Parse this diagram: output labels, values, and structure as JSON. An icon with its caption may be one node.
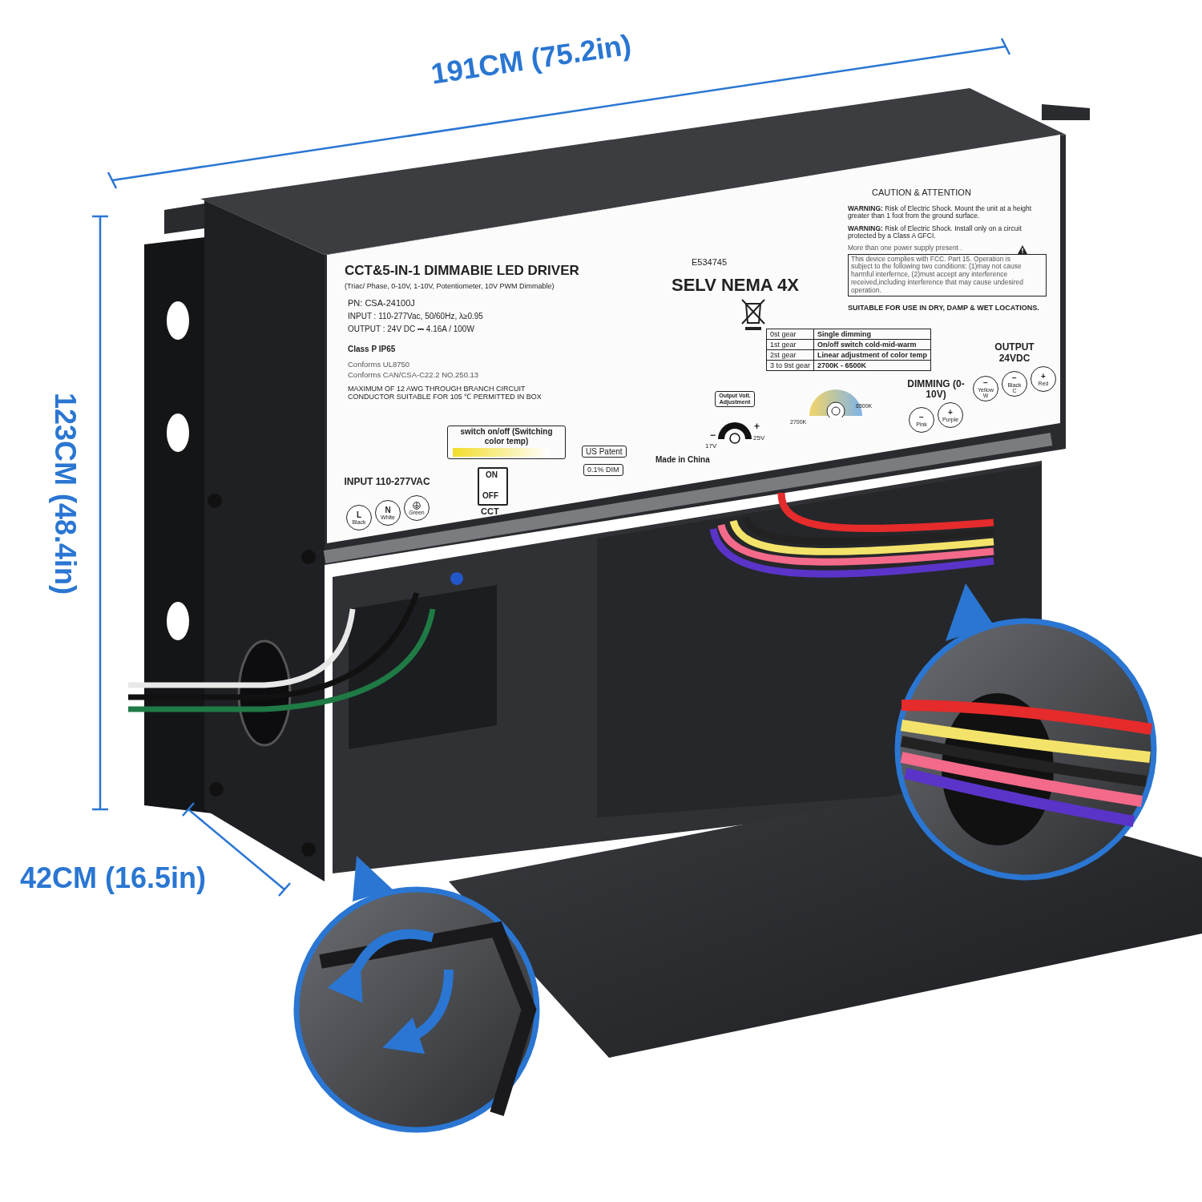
{
  "diagram": {
    "labels": [
      "191CM (75.2in)",
      "123CM (48.4in)",
      "42CM (16.5in)",
      "CCT&5-IN-1 DIMMABIE LED DRIVER",
      "(Triac/ Phase, 0-10V, 1-10V, Potentiometer, 10V PWM Dimmable)",
      "PN: CSA-24100J",
      "INPUT : 110-277Vac, 50/60Hz, λ≥0.95",
      "OUTPUT : 24V DC ⎓ 4.16A / 100W",
      "Class P IP65",
      "Conforms UL8750",
      "Conforms CAN/CSA-C22.2 NO.250.13",
      "MAXIMUM OF 12 AWG THROUGH BRANCH CIRCUIT CONDUCTOR SUITABLE FOR 105 ℃ PERMITTED IN BOX",
      "E534745",
      "SELV NEMA 4X",
      "CAUTION & ATTENTION",
      "**WARNING:** Risk of Electric Shock. Mount the unit at a height greater than 1 foot from the ground surface.",
      "**WARNING:** Risk of Electric Shock. Install only on a circuit protected by a Class A GFCI.",
      "More than one power supply present .",
      "This device complies with FCC. Part 15. Operation is subject to the following two conditions: (1)may not cause harmful interfernce, (2)must accept any interference received,including interference that may cause undesired operation.",
      "SUITABLE FOR USE IN DRY, DAMP & WET LOCATIONS.",
      "0st gear",
      "Single dimming",
      "1st gear",
      "On/off switch cold-mid-warm",
      "2st gear",
      "Linear adjustment of color temp",
      "3 to 9st gear",
      "2700K - 6500K",
      "switch on/off (Switching color temp)",
      "ON",
      "OFF",
      "CCT",
      "US Patent",
      "0.1% DIM",
      "Made in China",
      "Output Volt. Adjustment",
      "−",
      "17V",
      "+",
      "25V",
      "2700K",
      "6500K",
      "DIMMING (0-10V)",
      "−",
      "Pink",
      "+",
      "Purple",
      "OUTPUT 24VDC",
      "−",
      "Yellow",
      "W",
      "−",
      "Black",
      "C",
      "+",
      "Red",
      "INPUT 110-277VAC",
      "L",
      "Black",
      "N",
      "White",
      "Green"
    ]
  }
}
